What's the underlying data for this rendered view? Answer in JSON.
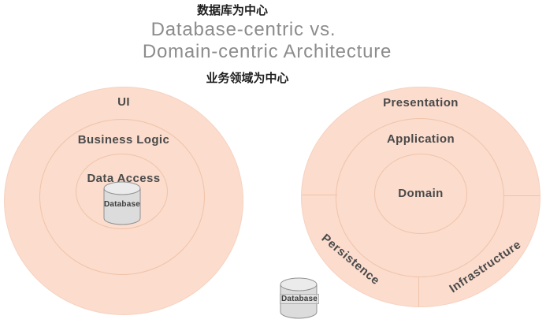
{
  "header": {
    "top_label_zh": "数据库为中心",
    "title_line1": "Database-centric vs.",
    "title_line2": "Domain-centric Architecture",
    "bottom_label_zh": "业务领域为中心"
  },
  "diagrams": {
    "database_centric": {
      "outer_label": "UI",
      "middle_label": "Business Logic",
      "inner_label": "Data Access",
      "database_label": "Database"
    },
    "domain_centric": {
      "outer_label": "Presentation",
      "middle_label": "Application",
      "inner_label": "Domain",
      "segment_left_label": "Persistence",
      "segment_right_label": "Infrastructure",
      "database_label": "Database"
    }
  },
  "colors": {
    "circle_fill": "#fbdccd",
    "circle_stroke": "#f0c3a9",
    "circle_stroke_outer": "#f7d2c0",
    "label_text": "#4a4a4a",
    "title_text": "#8c8c8c",
    "cylinder_fill": "#dcdcdc",
    "cylinder_top": "#ebebeb",
    "cylinder_stroke": "#919191"
  }
}
